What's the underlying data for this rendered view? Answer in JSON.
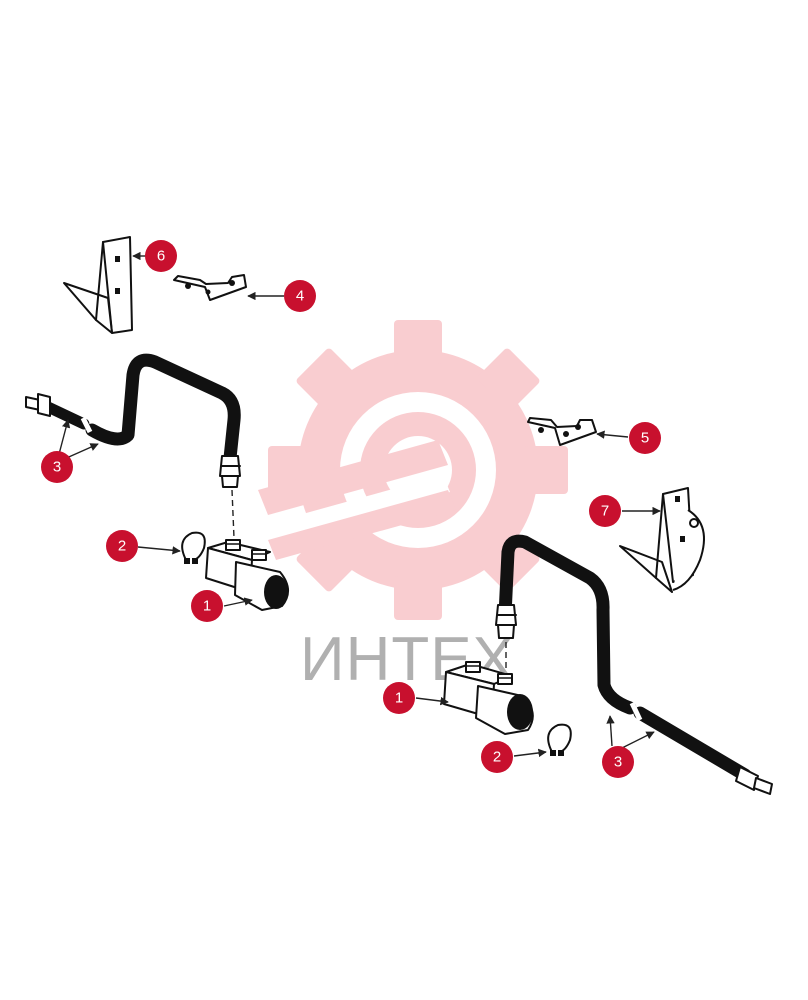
{
  "watermark": {
    "text": "ИНТЕХ",
    "gear_color": "#f5a5ab",
    "text_color": "#b0b0b0"
  },
  "callout_color": "#c8102e",
  "callouts": [
    {
      "id": "c6",
      "label": "6"
    },
    {
      "id": "c4",
      "label": "4"
    },
    {
      "id": "c3a",
      "label": "3"
    },
    {
      "id": "c5",
      "label": "5"
    },
    {
      "id": "c7",
      "label": "7"
    },
    {
      "id": "c2a",
      "label": "2"
    },
    {
      "id": "c1a",
      "label": "1"
    },
    {
      "id": "c1b",
      "label": "1"
    },
    {
      "id": "c2b",
      "label": "2"
    },
    {
      "id": "c3b",
      "label": "3"
    }
  ],
  "icons": {
    "bracket_6": "angled-bracket-icon",
    "bracket_4": "flat-bracket-icon",
    "bracket_5": "flat-bracket-icon",
    "bracket_7": "angled-bracket-icon",
    "hose": "hydraulic-hose-icon",
    "coupling": "hose-coupling-icon",
    "circlip": "circlip-ring-icon"
  }
}
